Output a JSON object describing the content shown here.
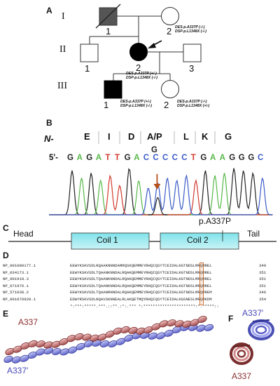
{
  "panels": {
    "a": "A",
    "b": "B",
    "c": "C",
    "d": "D",
    "e": "E",
    "f": "F"
  },
  "pedigree": {
    "generations": [
      "I",
      "II",
      "III"
    ],
    "individuals": {
      "i1": "1",
      "i2": "2",
      "ii1": "1",
      "ii2": "2",
      "ii3": "3",
      "iii1": "1",
      "iii2": "2"
    },
    "genotypes": {
      "i2": [
        "DES-p.A337P (-/-)",
        "DSP-p.L1348X (-/-)"
      ],
      "ii2": [
        "DES-p.A337P (+/-)",
        "DSP-p.L1348X (-/-)"
      ],
      "iii1": [
        "DES-p.A337P (+/-)",
        "DSP-p.L1348X (-/-)"
      ],
      "iii2": [
        "DES-p.A337P (-/-)",
        "DSP-p.L1348X (+/-)"
      ]
    }
  },
  "sequence": {
    "n_term": "N-",
    "amino_acids": [
      "E",
      "I",
      "D",
      "A/P",
      "L",
      "K",
      "G"
    ],
    "five_prime": "5'-",
    "bases": [
      "G",
      "A",
      "G",
      "A",
      "T",
      "T",
      "G",
      "A",
      "C",
      "C",
      "C",
      "C",
      "C",
      "T",
      "G",
      "A",
      "A",
      "G",
      "G",
      "G",
      "C"
    ],
    "variant_base": "G",
    "base_colors": {
      "G": "#222222",
      "A": "#55b847",
      "T": "#d23a2e",
      "C": "#3a5bc7"
    }
  },
  "domains": {
    "head": "Head",
    "coil1": "Coil 1",
    "coil2": "Coil 2",
    "tail": "Tail",
    "mutation": "p.A337P"
  },
  "alignment": {
    "rows": [
      {
        "id": "NP_001080177.1",
        "seq": "EEWYKSKVSDLNQAAKNNNDAMRQSKQEMMEYRHQIQSYTCEIDALKGTNDSLMRQMREL",
        "num": "340"
      },
      {
        "id": "NP_034173.1",
        "seq": "EEWYKSKVSDLTQAANKNNDALRQAKQEMMEYRHQIQSYTCEIDALKGTNDSLMRQMREL",
        "num": "351"
      },
      {
        "id": "NP_001918.3",
        "seq": "EEWYKSKVSDLTQAANKNNDALRQAKQEMMEYRHQIQSYTCEIDALKGTNDSLMRQMREL",
        "num": "351"
      },
      {
        "id": "NP_071976.1",
        "seq": "EEWYKSKVSDLTQAANKNNDALRQAKQEMMEYRHQIQSYTCEIDALKGTNDSLMRQMREL",
        "num": "351"
      },
      {
        "id": "NP_571038.2",
        "seq": "EEWYKSKVSDLTQAANRNNDALRQAKQEMMEYRHQIQSYTCEIDALKGTNDSLMRQMREM",
        "num": "346"
      },
      {
        "id": "NP_001076920.1",
        "seq": "EDWYRSKVSDLNQAVSKNNEALRLAKQETMQYRHQIQSYTCEIDALKGSNESLMRQMKDM",
        "num": "354"
      }
    ],
    "consensus": "*:***:*****.***.::**.:*:.*** *:**********************:*.*****::"
  },
  "structure": {
    "e_top": "A337",
    "e_bottom": "A337′",
    "f_top": "A337′",
    "f_bottom": "A337"
  }
}
